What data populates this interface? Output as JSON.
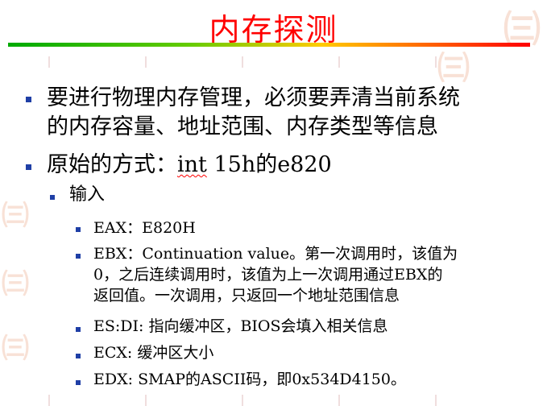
{
  "slide": {
    "title": "内存探测",
    "bullets": [
      {
        "level": 1,
        "lines": [
          "要进行物理内存管理，必须要弄清当前系统",
          "的内存容量、地址范围、内存类型等信息"
        ]
      },
      {
        "level": 1,
        "prefix": "原始的方式：",
        "code": "int",
        "suffix": " 15h的e820"
      },
      {
        "level": 2,
        "lines": [
          "输入"
        ]
      },
      {
        "level": 3,
        "lines": [
          "EAX：E820H"
        ]
      },
      {
        "level": 3,
        "lines": [
          "EBX：Continuation value。第一次调用时，该值为",
          "0，之后连续调用时，该值为上一次调用通过EBX的",
          "返回值。一次调用，只返回一个地址范围信息"
        ]
      },
      {
        "level": 3,
        "lines": [
          "ES:DI: 指向缓冲区，BIOS会填入相关信息"
        ]
      },
      {
        "level": 3,
        "lines": [
          "ECX: 缓冲区大小"
        ]
      },
      {
        "level": 3,
        "lines": [
          "EDX: SMAP的ASCII码，即0x534D4150。"
        ]
      }
    ]
  },
  "colors": {
    "title": "#ff0000",
    "bullet": "#1f3fa6",
    "gradient": [
      "#00aa00",
      "#ffcc00",
      "#ff0000"
    ]
  }
}
